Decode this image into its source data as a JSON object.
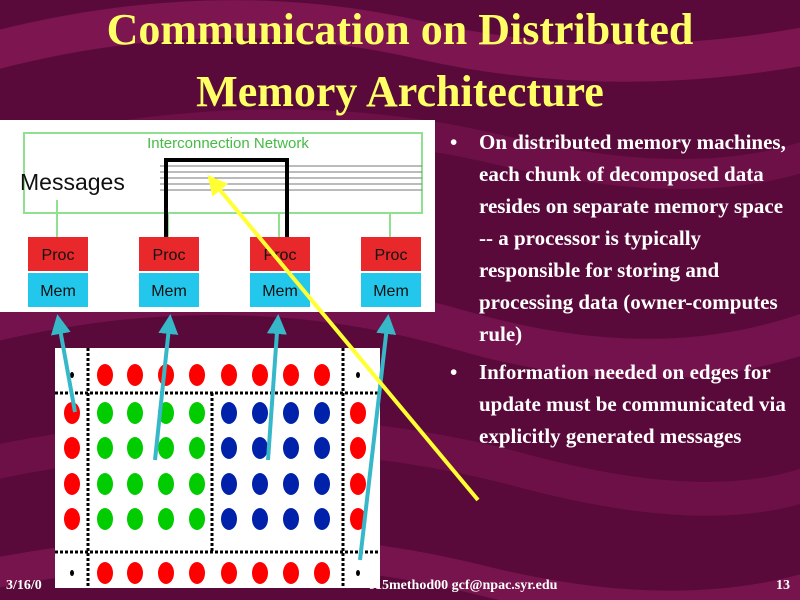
{
  "slide": {
    "title_line1": "Communication on Distributed",
    "title_line2": "Memory Architecture",
    "colors": {
      "background": "#5a0a3a",
      "title": "#ffff66",
      "text": "#ffffff",
      "proc_box": "#e8282a",
      "mem_box": "#24c7ec",
      "network": "#8fe08f",
      "arrow_blue": "#37b8c8",
      "arrow_yellow": "#ffff33",
      "dot_red": "#ff0000",
      "dot_green": "#00cc00",
      "dot_blue": "#0022aa"
    }
  },
  "diagram": {
    "network_label": "Interconnection Network",
    "messages_label": "Messages",
    "nodes": [
      {
        "proc": "Proc",
        "mem": "Mem"
      },
      {
        "proc": "Proc",
        "mem": "Mem"
      },
      {
        "proc": "Proc",
        "mem": "Mem"
      },
      {
        "proc": "Proc",
        "mem": "Mem"
      }
    ]
  },
  "bullets": [
    {
      "marker": "•",
      "text": "On distributed memory machines, each chunk of decomposed data resides on separate memory space -- a processor is typically responsible for storing and processing data (owner-computes rule)"
    },
    {
      "marker": "•",
      "text": "Information needed on edges for update must be communicated via explicitly generated messages"
    }
  ],
  "footer": {
    "date": "3/16/0",
    "file": "615method00",
    "email": "gcf@npac.syr.edu",
    "page": "13"
  }
}
